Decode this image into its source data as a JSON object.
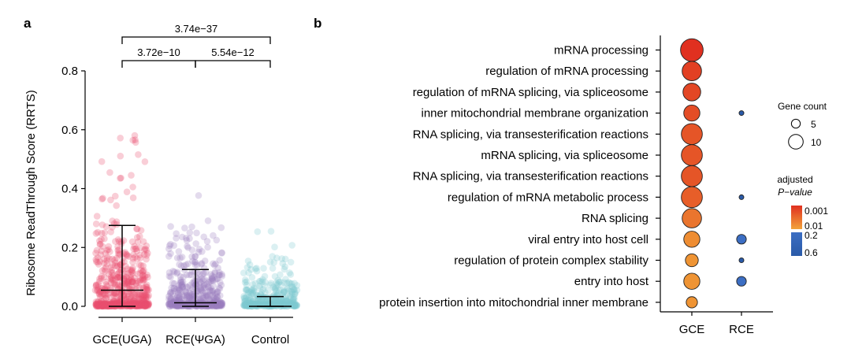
{
  "panel_a_label": "a",
  "panel_b_label": "b",
  "colors": {
    "gce": "#e8506e",
    "rce": "#9a7cc0",
    "control": "#7fc8cf",
    "pval_high": "#e03020",
    "pval_low": "#f2a33a",
    "blue_dark": "#2a5aa8",
    "blue_light": "#3c6ec3"
  },
  "chart_data": [
    {
      "type": "scatter",
      "title": "",
      "ylabel": "Ribosome ReadThrough Score (RRTS)",
      "xlabel": "",
      "categories": [
        "GCE(UGA)",
        "RCE(ΨGA)",
        "Control"
      ],
      "ylim": [
        0,
        0.8
      ],
      "yticks": [
        "0.0",
        "0.2",
        "0.4",
        "0.6",
        "0.8"
      ],
      "summary": [
        {
          "name": "GCE(UGA)",
          "median": 0.055,
          "lower": 0.0,
          "upper": 0.275
        },
        {
          "name": "RCE(ΨGA)",
          "median": 0.012,
          "lower": 0.0,
          "upper": 0.125
        },
        {
          "name": "Control",
          "median": 0.0,
          "lower": 0.0,
          "upper": 0.033
        }
      ],
      "comparisons": [
        {
          "from": "GCE(UGA)",
          "to": "Control",
          "p": "3.74e−37"
        },
        {
          "from": "GCE(UGA)",
          "to": "RCE(ΨGA)",
          "p": "3.72e−10"
        },
        {
          "from": "RCE(ΨGA)",
          "to": "Control",
          "p": "5.54e−12"
        }
      ]
    },
    {
      "type": "scatter",
      "title": "",
      "x_categories": [
        "GCE",
        "RCE"
      ],
      "terms": [
        "mRNA processing",
        "regulation of mRNA processing",
        "regulation of mRNA splicing, via spliceosome",
        "inner mitochondrial membrane organization",
        "RNA splicing, via transesterification reactions",
        "mRNA splicing, via spliceosome",
        "RNA splicing, via transesterification reactions",
        "regulation of mRNA metabolic process",
        "RNA splicing",
        "viral entry into host cell",
        "regulation of protein complex stability",
        "entry into host",
        "protein insertion into mitochondrial inner membrane"
      ],
      "points": [
        {
          "term": 0,
          "group": "GCE",
          "gene_count": 12,
          "adj_p": 0.0005
        },
        {
          "term": 1,
          "group": "GCE",
          "gene_count": 10,
          "adj_p": 0.0008
        },
        {
          "term": 2,
          "group": "GCE",
          "gene_count": 9,
          "adj_p": 0.001
        },
        {
          "term": 3,
          "group": "GCE",
          "gene_count": 8,
          "adj_p": 0.0012
        },
        {
          "term": 3,
          "group": "RCE",
          "gene_count": 1,
          "adj_p": 0.5
        },
        {
          "term": 4,
          "group": "GCE",
          "gene_count": 11,
          "adj_p": 0.0015
        },
        {
          "term": 5,
          "group": "GCE",
          "gene_count": 11,
          "adj_p": 0.0015
        },
        {
          "term": 6,
          "group": "GCE",
          "gene_count": 11,
          "adj_p": 0.0015
        },
        {
          "term": 7,
          "group": "GCE",
          "gene_count": 11,
          "adj_p": 0.002
        },
        {
          "term": 7,
          "group": "RCE",
          "gene_count": 1,
          "adj_p": 0.5
        },
        {
          "term": 8,
          "group": "GCE",
          "gene_count": 10,
          "adj_p": 0.004
        },
        {
          "term": 9,
          "group": "GCE",
          "gene_count": 8,
          "adj_p": 0.008
        },
        {
          "term": 9,
          "group": "RCE",
          "gene_count": 4,
          "adj_p": 0.25
        },
        {
          "term": 10,
          "group": "GCE",
          "gene_count": 6,
          "adj_p": 0.01
        },
        {
          "term": 10,
          "group": "RCE",
          "gene_count": 1,
          "adj_p": 0.5
        },
        {
          "term": 11,
          "group": "GCE",
          "gene_count": 8,
          "adj_p": 0.01
        },
        {
          "term": 11,
          "group": "RCE",
          "gene_count": 4,
          "adj_p": 0.3
        },
        {
          "term": 12,
          "group": "GCE",
          "gene_count": 5,
          "adj_p": 0.01
        }
      ],
      "legend": {
        "size_title": "Gene count",
        "size_items": [
          {
            "label": "5",
            "value": 5
          },
          {
            "label": "10",
            "value": 10
          }
        ],
        "color_title_line1": "adjusted",
        "color_title_line2": "P−value",
        "color_ticks_red": [
          "0.001",
          "0.01"
        ],
        "color_ticks_blue": [
          "0.2",
          "0.6"
        ]
      }
    }
  ]
}
